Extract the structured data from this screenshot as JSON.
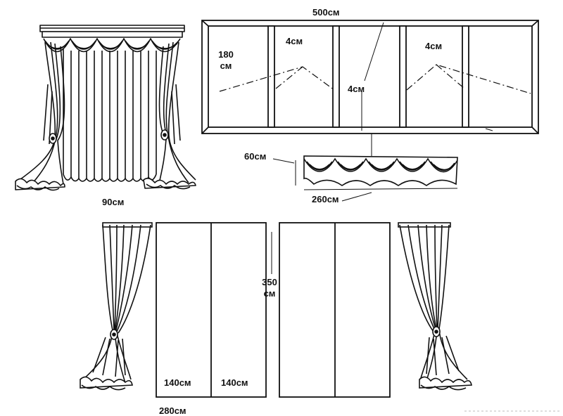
{
  "labels": {
    "window_width": "500см",
    "window_height_value": "180",
    "window_height_unit": "см",
    "gap_left": "4см",
    "gap_center": "4см",
    "gap_right": "4см",
    "valance_height": "60см",
    "valance_width": "260см",
    "side_width": "90см",
    "panel_height_value": "350",
    "panel_height_unit": "см",
    "panel_a": "140см",
    "panel_b": "140см",
    "panels_total": "280см"
  }
}
